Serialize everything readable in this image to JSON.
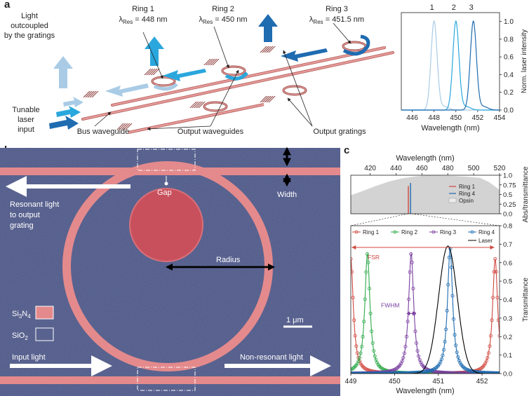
{
  "panel_a": {
    "letter": "a",
    "labels": {
      "light_out": [
        "Light",
        "outcoupled",
        "by the gratings"
      ],
      "laser_input": [
        "Tunable",
        "laser",
        "input"
      ],
      "bus": "Bus waveguide",
      "out_wg": "Output waveguides",
      "out_gr": "Output gratings"
    },
    "rings": [
      {
        "name": "Ring 1",
        "lambda_prefix": "λ",
        "lambda_sub": "Res",
        "lambda_value": " = 448 nm"
      },
      {
        "name": "Ring 2",
        "lambda_prefix": "λ",
        "lambda_sub": "Res",
        "lambda_value": " = 450 nm"
      },
      {
        "name": "Ring 3",
        "lambda_prefix": "λ",
        "lambda_sub": "Res",
        "lambda_value": " = 451.5 nm"
      }
    ],
    "colors": {
      "ring1": "#a9cbe6",
      "ring2": "#2aa7dd",
      "ring3": "#1f6cb1",
      "waveguide": "#e59a98"
    }
  },
  "panel_b": {
    "letter": "b",
    "labels": {
      "width": "Width",
      "resonant": [
        "Resonant light",
        "to output",
        "grating"
      ],
      "gap": "Gap",
      "radius": "Radius",
      "si3n4_main": "Si",
      "si3n4_sub1": "3",
      "si3n4_mid": "N",
      "si3n4_sub2": "4",
      "sio2_main": "SiO",
      "sio2_sub": "2",
      "scale": "1 μm",
      "input": "Input light",
      "nonres": "Non-resonant light"
    },
    "colors": {
      "background": "#4a5484",
      "nitride": "#e48a8c",
      "disc": "#c8505c"
    }
  },
  "panel_c": {
    "letter": "c",
    "top_xlabel": "Wavelength (nm)",
    "bottom_xlabel": "Wavelength (nm)",
    "annotations": {
      "fsr": "FSR",
      "fwhm": "FWHM"
    }
  },
  "chart_data": [
    {
      "id": "a-inset",
      "type": "line",
      "xlabel": "Wavelength (nm)",
      "ylabel": "Norm. laser intensity",
      "xlim": [
        445,
        454
      ],
      "ylim": [
        0,
        1.1
      ],
      "xticks": [
        446,
        448,
        450,
        452,
        454
      ],
      "yticks": [
        0.0,
        0.2,
        0.4,
        0.6,
        0.8,
        1.0
      ],
      "ytick_labels": [
        "0.0",
        "0.2",
        "0.4",
        "0.6",
        "0.8",
        "1.0"
      ],
      "peak_labels": [
        "1",
        "2",
        "3"
      ],
      "series": [
        {
          "center": 448.0,
          "width": 0.55,
          "peak": 1.0,
          "color": "#a9cbe6"
        },
        {
          "center": 450.0,
          "width": 0.55,
          "peak": 1.0,
          "color": "#2aa7dd"
        },
        {
          "center": 451.6,
          "width": 0.55,
          "peak": 1.0,
          "color": "#1f6cb1"
        }
      ]
    },
    {
      "id": "c-top",
      "type": "area",
      "ylabel": "Abs/transmittance",
      "xlim": [
        405,
        520
      ],
      "ylim": [
        0,
        1.0
      ],
      "xticks": [
        420,
        440,
        460,
        480,
        500,
        520
      ],
      "yticks": [
        0.0,
        0.25,
        0.5,
        0.75,
        1.0
      ],
      "ytick_labels": [
        "0.0",
        "0.25",
        "0.5",
        "0.75",
        "1.0"
      ],
      "legend": [
        "Ring 1",
        "Ring 4",
        "Opsin"
      ],
      "opsin": {
        "x": [
          405,
          415,
          425,
          435,
          445,
          455,
          465,
          475,
          485,
          495,
          505,
          512,
          520
        ],
        "y": [
          0.48,
          0.6,
          0.73,
          0.84,
          0.92,
          0.97,
          1.0,
          0.99,
          0.98,
          0.96,
          0.93,
          0.82,
          0.62
        ]
      },
      "lines": [
        {
          "name": "Ring 1",
          "x": 449.5,
          "height": 0.72,
          "color": "#d0473f"
        },
        {
          "name": "Ring 4",
          "x": 451.2,
          "height": 0.8,
          "color": "#1f6cb1"
        }
      ]
    },
    {
      "id": "c-bottom",
      "type": "line",
      "xlabel": "Wavelength (nm)",
      "ylabel": "Transmittance",
      "xlim": [
        449,
        452.4
      ],
      "ylim": [
        0,
        0.8
      ],
      "xticks": [
        449,
        450,
        451,
        452
      ],
      "yticks": [
        0.0,
        0.1,
        0.2,
        0.3,
        0.4,
        0.5,
        0.6,
        0.7,
        0.8
      ],
      "ytick_labels": [
        "0.0",
        "0.1",
        "0.2",
        "0.3",
        "0.4",
        "0.5",
        "0.6",
        "0.7",
        "0.8"
      ],
      "legend": [
        "Ring 1",
        "Ring 2",
        "Ring 3",
        "Ring 4",
        "Laser"
      ],
      "series": [
        {
          "name": "Ring 1",
          "color": "#d0473f",
          "centers": [
            449.0,
            452.3
          ],
          "hwhm": 0.07,
          "peak": 0.62
        },
        {
          "name": "Ring 2",
          "color": "#2eaa4a",
          "centers": [
            449.38
          ],
          "hwhm": 0.07,
          "peak": 0.65
        },
        {
          "name": "Ring 3",
          "color": "#7a3fa0",
          "centers": [
            450.38
          ],
          "hwhm": 0.07,
          "peak": 0.65
        },
        {
          "name": "Ring 4",
          "color": "#1f6cb1",
          "centers": [
            451.27
          ],
          "hwhm": 0.07,
          "peak": 0.68
        },
        {
          "name": "Laser",
          "color": "#000000",
          "centers": [
            451.22
          ],
          "hwhm": 0.24,
          "peak": 0.69
        }
      ]
    }
  ]
}
